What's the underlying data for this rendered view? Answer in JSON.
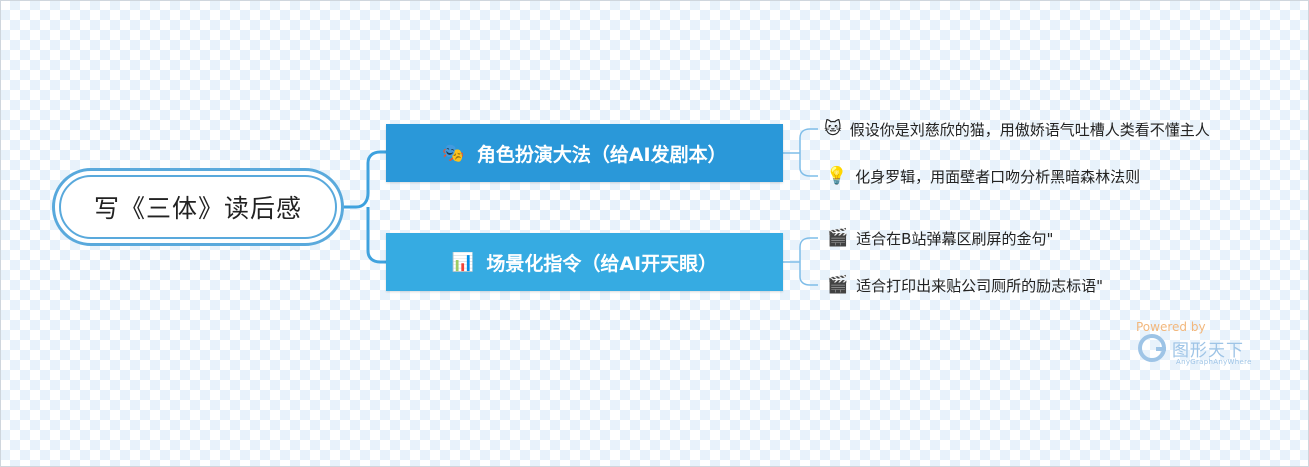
{
  "root": {
    "title": "写《三体》读后感"
  },
  "branches": [
    {
      "icon": "🎭",
      "icon_name": "theater-masks-icon",
      "label": "角色扮演大法（给AI发剧本）",
      "leaves": [
        {
          "icon": "🐱",
          "icon_name": "cat-face-icon",
          "text": "假设你是刘慈欣的猫，用傲娇语气吐槽人类看不懂主人"
        },
        {
          "icon": "💡",
          "icon_name": "light-bulb-icon",
          "text": "化身罗辑，用面壁者口吻分析黑暗森林法则"
        }
      ]
    },
    {
      "icon": "📊",
      "icon_name": "bar-chart-icon",
      "label": "场景化指令（给AI开天眼）",
      "leaves": [
        {
          "icon": "🎬",
          "icon_name": "clapper-board-icon",
          "text": "适合在B站弹幕区刷屏的金句\""
        },
        {
          "icon": "🎬",
          "icon_name": "clapper-board-icon",
          "text": "适合打印出来贴公司厕所的励志标语\""
        }
      ]
    }
  ],
  "watermark": {
    "powered_by": "Powered by",
    "brand": "图形天下",
    "brand_sub": "AnyGraphAnyWhere"
  },
  "colors": {
    "connector": "#3fa2de",
    "branch1_fill": "#2a98d9",
    "branch2_fill": "#36abe2",
    "root_border": "#59a9dc"
  }
}
